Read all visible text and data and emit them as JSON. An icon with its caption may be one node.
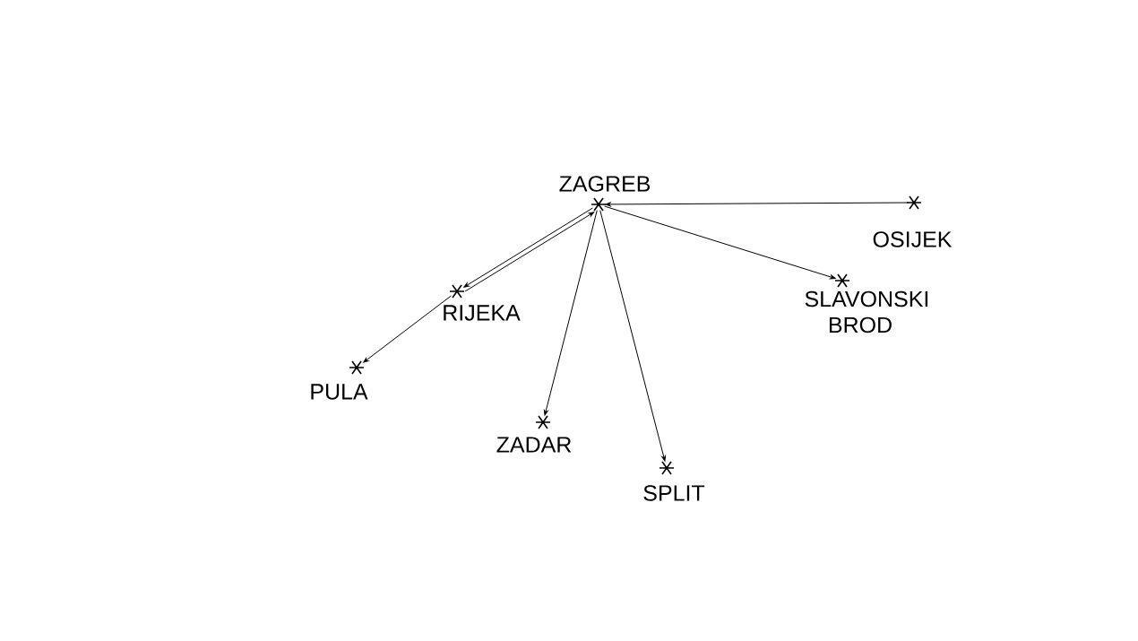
{
  "diagram": {
    "nodes": [
      {
        "text": [
          "ZAGREB"
        ]
      },
      {
        "text": [
          "OSIJEK"
        ]
      },
      {
        "text": [
          "RIJEKA"
        ]
      },
      {
        "text": [
          "SLAVONSKI BROD"
        ]
      },
      {
        "text": [
          "PULA"
        ]
      },
      {
        "text": [
          "ZADAR"
        ]
      },
      {
        "text": [
          "SPLIT"
        ]
      }
    ],
    "edges": [
      {
        "from": 1,
        "to": 0,
        "arrow": "to"
      },
      {
        "from": 0,
        "to": 2,
        "arrow": "to"
      },
      {
        "from": 2,
        "to": 0,
        "arrow": "to"
      },
      {
        "from": 0,
        "to": 3,
        "arrow": "to"
      },
      {
        "from": 2,
        "to": 4,
        "arrow": "to"
      },
      {
        "from": 0,
        "to": 5,
        "arrow": "to"
      },
      {
        "from": 0,
        "to": 6,
        "arrow": "to"
      }
    ]
  }
}
